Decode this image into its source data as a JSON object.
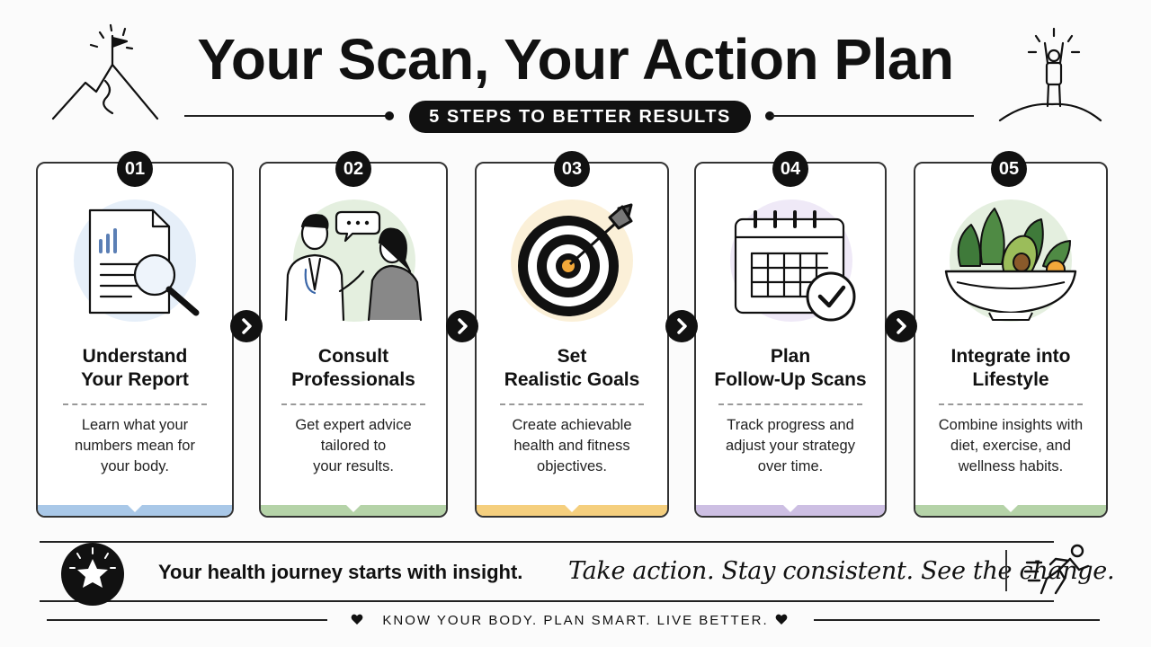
{
  "title": "Your Scan, Your Action Plan",
  "subtitle": "5 STEPS TO BETTER RESULTS",
  "steps": [
    {
      "number": "01",
      "title_line1": "Understand",
      "title_line2": "Your Report",
      "desc": [
        "Learn what your",
        "numbers mean for",
        "your body."
      ],
      "accent": "#a9c8e8",
      "circle": "#e6eff9",
      "icon": "document-magnifier-icon"
    },
    {
      "number": "02",
      "title_line1": "Consult",
      "title_line2": "Professionals",
      "desc": [
        "Get expert advice",
        "tailored to",
        "your results."
      ],
      "accent": "#b5d3a8",
      "circle": "#e4efdf",
      "icon": "doctor-consultation-icon"
    },
    {
      "number": "03",
      "title_line1": "Set",
      "title_line2": "Realistic Goals",
      "desc": [
        "Create achievable",
        "health and fitness",
        "objectives."
      ],
      "accent": "#f5cf7e",
      "circle": "#fbf0d8",
      "icon": "target-arrow-icon"
    },
    {
      "number": "04",
      "title_line1": "Plan",
      "title_line2": "Follow-Up Scans",
      "desc": [
        "Track progress and",
        "adjust your strategy",
        "over time."
      ],
      "accent": "#cdbfe3",
      "circle": "#efe9f7",
      "icon": "calendar-check-icon"
    },
    {
      "number": "05",
      "title_line1": "Integrate into",
      "title_line2": "Lifestyle",
      "desc": [
        "Combine insights with",
        "diet, exercise, and",
        "wellness habits."
      ],
      "accent": "#b5d3a8",
      "circle": "#e4efdf",
      "icon": "salad-bowl-icon"
    }
  ],
  "banner": {
    "tagline": "Your health journey starts with insight.",
    "script": "Take action. Stay consistent. See the change."
  },
  "footer": "KNOW YOUR BODY.  PLAN SMART.  LIVE BETTER."
}
